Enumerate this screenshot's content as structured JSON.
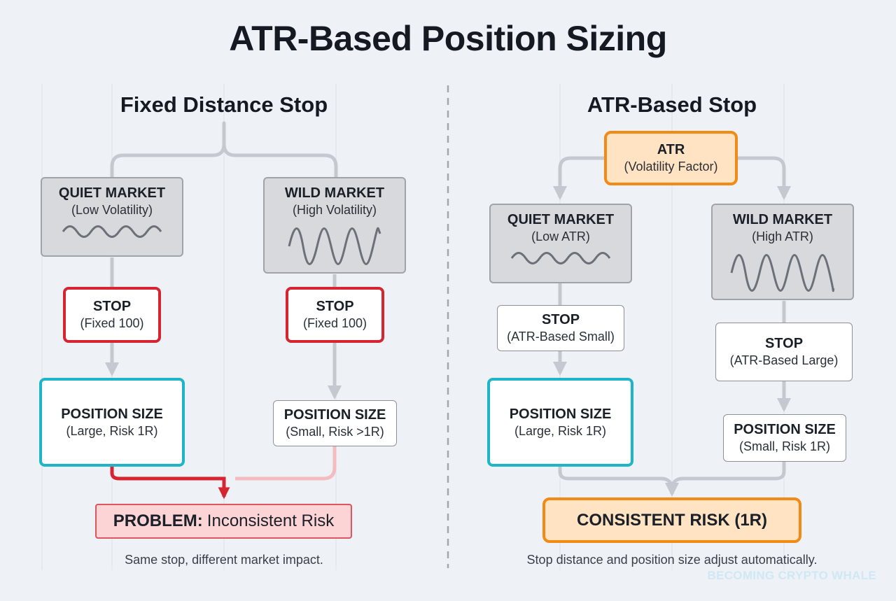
{
  "title": "ATR-Based Position Sizing",
  "left": {
    "heading": "Fixed Distance Stop",
    "quiet": {
      "title": "QUIET MARKET",
      "sub": "(Low Volatility)"
    },
    "wild": {
      "title": "WILD MARKET",
      "sub": "(High Volatility)"
    },
    "stop_quiet": {
      "title": "STOP",
      "sub": "(Fixed 100)"
    },
    "stop_wild": {
      "title": "STOP",
      "sub": "(Fixed 100)"
    },
    "pos_quiet": {
      "title": "POSITION SIZE",
      "sub": "(Large, Risk 1R)"
    },
    "pos_wild": {
      "title": "POSITION SIZE",
      "sub": "(Small, Risk >1R)"
    },
    "problem": {
      "bold": "PROBLEM:",
      "rest": "Inconsistent Risk"
    },
    "caption": "Same stop, different market impact."
  },
  "right": {
    "heading": "ATR-Based Stop",
    "atr": {
      "title": "ATR",
      "sub": "(Volatility Factor)"
    },
    "quiet": {
      "title": "QUIET MARKET",
      "sub": "(Low ATR)"
    },
    "wild": {
      "title": "WILD MARKET",
      "sub": "(High ATR)"
    },
    "stop_quiet": {
      "title": "STOP",
      "sub": "(ATR-Based Small)"
    },
    "stop_wild": {
      "title": "STOP",
      "sub": "(ATR-Based Large)"
    },
    "pos_quiet": {
      "title": "POSITION SIZE",
      "sub": "(Large, Risk 1R)"
    },
    "pos_wild": {
      "title": "POSITION SIZE",
      "sub": "(Small, Risk 1R)"
    },
    "result": "CONSISTENT RISK (1R)",
    "caption": "Stop distance and position size adjust automatically."
  },
  "watermark": "BECOMING CRYPTO WHALE",
  "colors": {
    "background": "#eef1f5",
    "alert_red": "#d62431",
    "highlight_cyan": "#1fb5c9",
    "atr_orange": "#f28a16",
    "connector_gray": "#c5c9cf"
  }
}
